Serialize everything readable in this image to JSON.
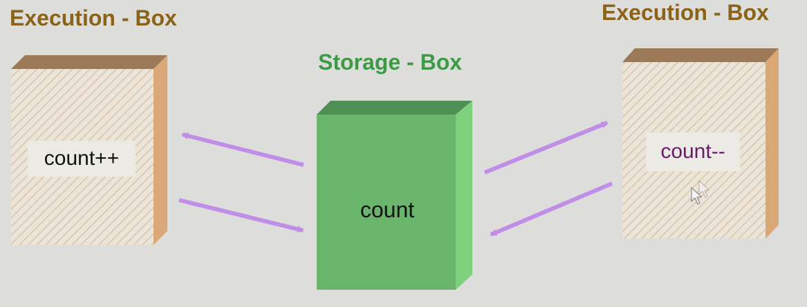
{
  "titles": {
    "left_execution": "Execution - Box",
    "right_execution": "Execution - Box",
    "storage": "Storage - Box"
  },
  "boxes": {
    "left_label": "count++",
    "storage_label": "count",
    "right_label": "count--"
  },
  "colors": {
    "execution_title": "#8a6318",
    "storage_title": "#3e9b45",
    "arrow": "#c08ee6",
    "storage_box": "#69b56b",
    "execution_box_side": "#d9a876",
    "execution_box_top": "#9c7a58"
  },
  "cursor_icon": "mouse-pointer-icon"
}
